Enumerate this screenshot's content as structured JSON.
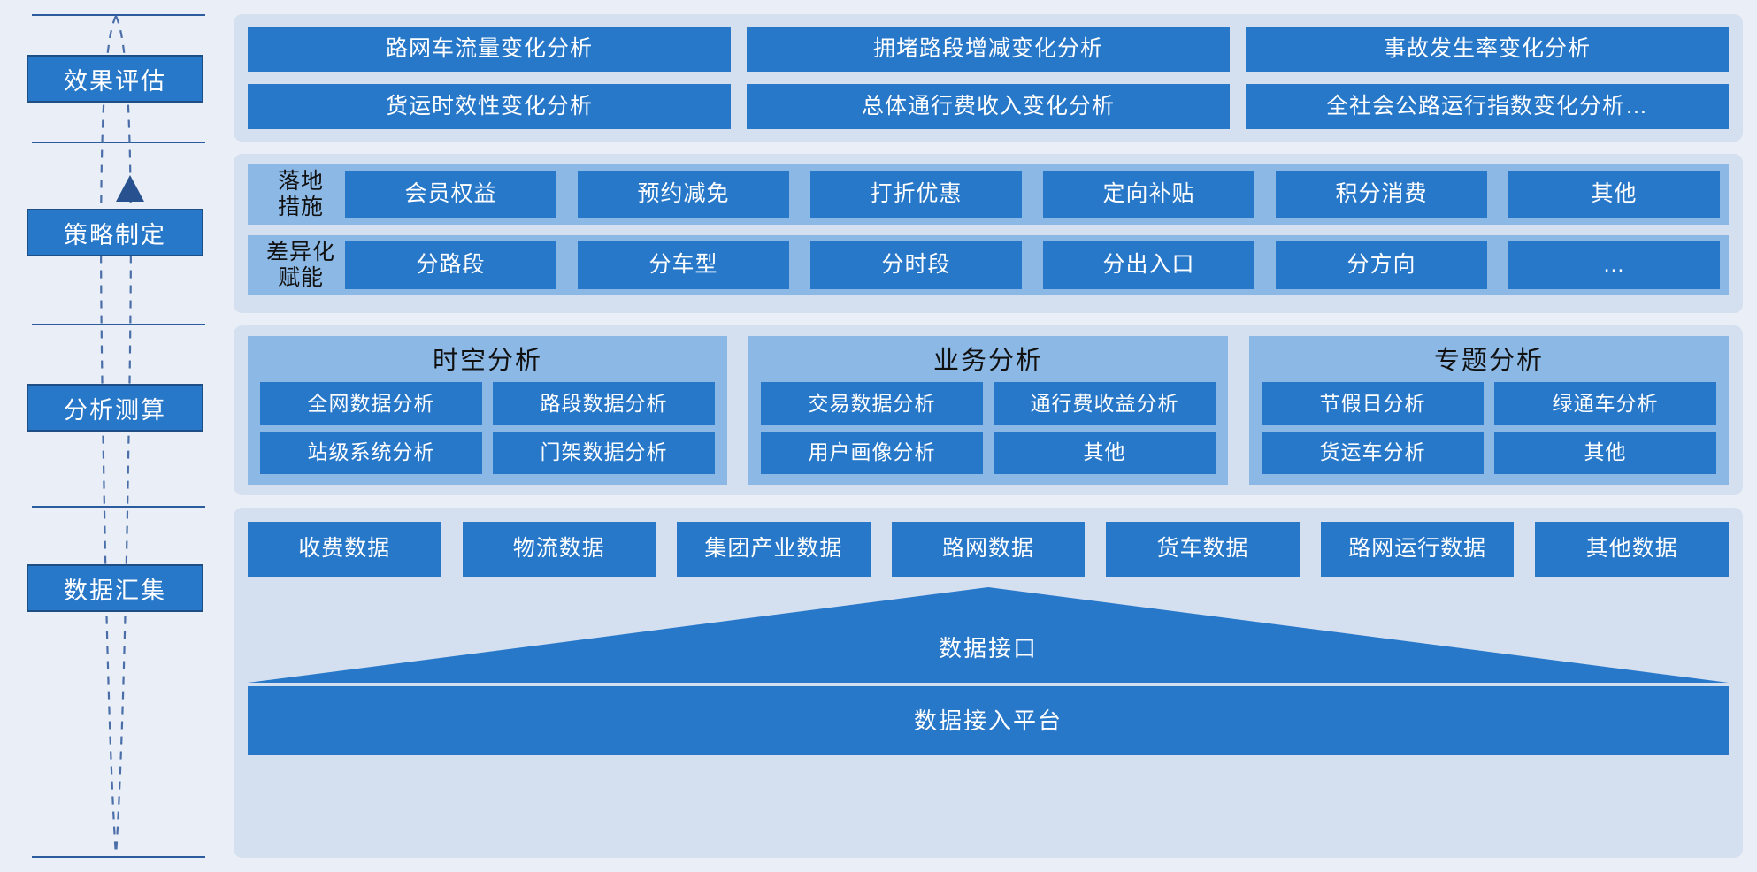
{
  "colors": {
    "page_bg": "#eaeff7",
    "panel_bg": "#d4dfef",
    "box_blue": "#2878ca",
    "band_blue": "#8cb8e6",
    "stage_border": "#1f4e85",
    "rail_line": "#2d5c9e"
  },
  "rail": {
    "stages": [
      {
        "label": "效果评估"
      },
      {
        "label": "策略制定"
      },
      {
        "label": "分析测算"
      },
      {
        "label": "数据汇集"
      }
    ]
  },
  "sections": {
    "evaluation": {
      "items": [
        "路网车流量变化分析",
        "拥堵路段增减变化分析",
        "事故发生率变化分析",
        "货运时效性变化分析",
        "总体通行费收入变化分析",
        "全社会公路运行指数变化分析…"
      ]
    },
    "policy": {
      "rows": [
        {
          "label": "落地\n措施",
          "items": [
            "会员权益",
            "预约减免",
            "打折优惠",
            "定向补贴",
            "积分消费",
            "其他"
          ]
        },
        {
          "label": "差异化\n赋能",
          "items": [
            "分路段",
            "分车型",
            "分时段",
            "分出入口",
            "分方向",
            "…"
          ]
        }
      ]
    },
    "analysis": {
      "cards": [
        {
          "title": "时空分析",
          "items": [
            "全网数据分析",
            "路段数据分析",
            "站级系统分析",
            "门架数据分析"
          ]
        },
        {
          "title": "业务分析",
          "items": [
            "交易数据分析",
            "通行费收益分析",
            "用户画像分析",
            "其他"
          ]
        },
        {
          "title": "专题分析",
          "items": [
            "节假日分析",
            "绿通车分析",
            "货运车分析",
            "其他"
          ]
        }
      ]
    },
    "data": {
      "sources": [
        "收费数据",
        "物流数据",
        "集团产业数据",
        "路网数据",
        "货车数据",
        "路网运行数据",
        "其他数据"
      ],
      "interface_label": "数据接口",
      "platform_label": "数据接入平台"
    }
  }
}
